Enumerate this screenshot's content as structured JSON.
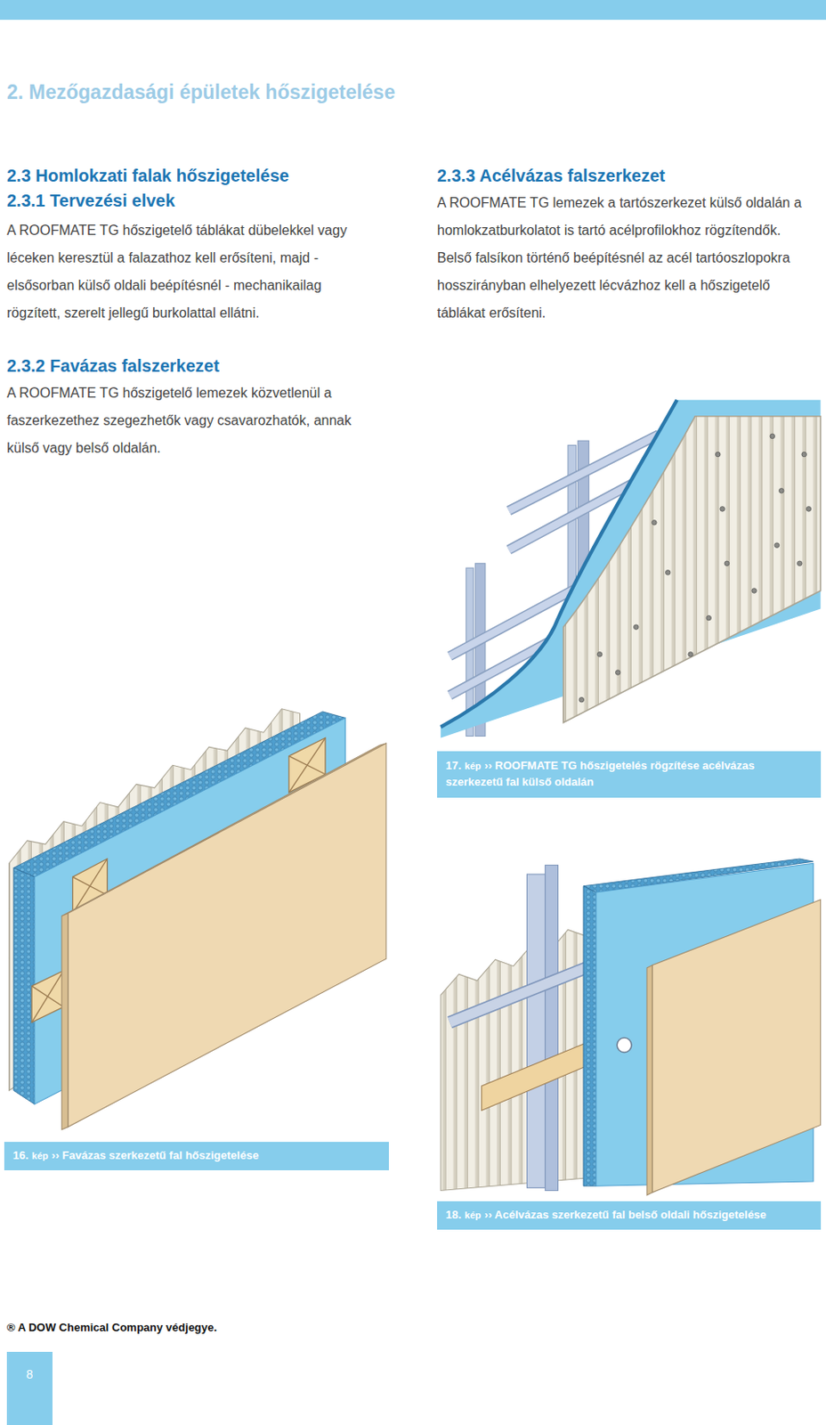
{
  "diagram": {
    "title": "2. Mezőgazdasági épületek hőszigetelése",
    "nodes": [
      {
        "text": [
          "17.",
          "kép",
          "›› ROOFMATE TG hőszigetelés rögzítése acélvázas szerkezetű fal külső oldalán"
        ]
      },
      {
        "text": [
          "16.",
          "kép",
          "›› Favázas szerkezetű fal hőszigetelése"
        ]
      },
      {
        "text": [
          "18.",
          "kép",
          "›› Acélvázas szerkezetű fal belső oldali hőszigetelése"
        ]
      },
      {
        "text": [
          "8"
        ]
      }
    ],
    "labels": [
      "2.3 Homlokzati falak hőszigetelése",
      "2.3.1 Tervezési elvek",
      "A ROOFMATE TG hőszigetelő táblákat dübelekkel vagy léceken keresztül a falazathoz kell erősíteni, majd - elsősorban külső oldali beépítésnél - mechanikailag rögzített, szerelt jellegű burkolattal ellátni.",
      "2.3.3 Acélvázas falszerkezet",
      "A ROOFMATE TG lemezek a tartószerkezet külső oldalán a homlokzatburkolatot is tartó acélprofilokhoz rögzítendők. Belső falsíkon történő beépítésnél az acél tartóoszlopokra hosszirányban elhelyezett lécvázhoz kell a hőszigetelő táblákat erősíteni.",
      "2.3.2 Favázas falszerkezet",
      "A ROOFMATE TG hőszigetelő lemezek közvetlenül a faszerkezethez szegezhetők vagy csavarozhatók, annak külső vagy belső oldalán.",
      "® A DOW Chemical Company védjegye."
    ]
  }
}
